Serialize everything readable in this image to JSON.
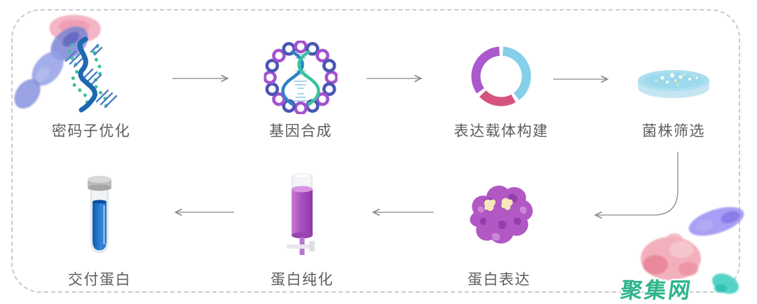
{
  "diagram": {
    "watermark": "聚集网",
    "steps": [
      {
        "id": "codon-optimization",
        "label": "密码子优化",
        "icon": "dna-strand-icon"
      },
      {
        "id": "gene-synthesis",
        "label": "基因合成",
        "icon": "plasmid-icon"
      },
      {
        "id": "vector-construction",
        "label": "表达载体构建",
        "icon": "vector-ring-icon"
      },
      {
        "id": "strain-screening",
        "label": "菌株筛选",
        "icon": "petri-dish-icon"
      },
      {
        "id": "protein-expression",
        "label": "蛋白表达",
        "icon": "protein-blob-icon"
      },
      {
        "id": "protein-purification",
        "label": "蛋白纯化",
        "icon": "purification-column-icon"
      },
      {
        "id": "protein-delivery",
        "label": "交付蛋白",
        "icon": "test-tube-icon"
      }
    ]
  },
  "colors": {
    "watermark_green": "#2cb48a",
    "label_text": "#5d5d5d",
    "arrow": "#898989",
    "border_dash": "#c6cad9",
    "dna_blue": "#1e68b0",
    "dna_teal": "#3cc19b",
    "plasmid_purple": "#a352cf",
    "plasmid_indigo": "#4b55b4",
    "ring_blue": "#85cfe9",
    "ring_pink": "#d6537f",
    "ring_purple": "#aa58cc",
    "petri_blue": "#abdff0",
    "protein_purple": "#b158c4",
    "column_purple": "#aa50c2",
    "tube_blue": "#2f86dd"
  }
}
